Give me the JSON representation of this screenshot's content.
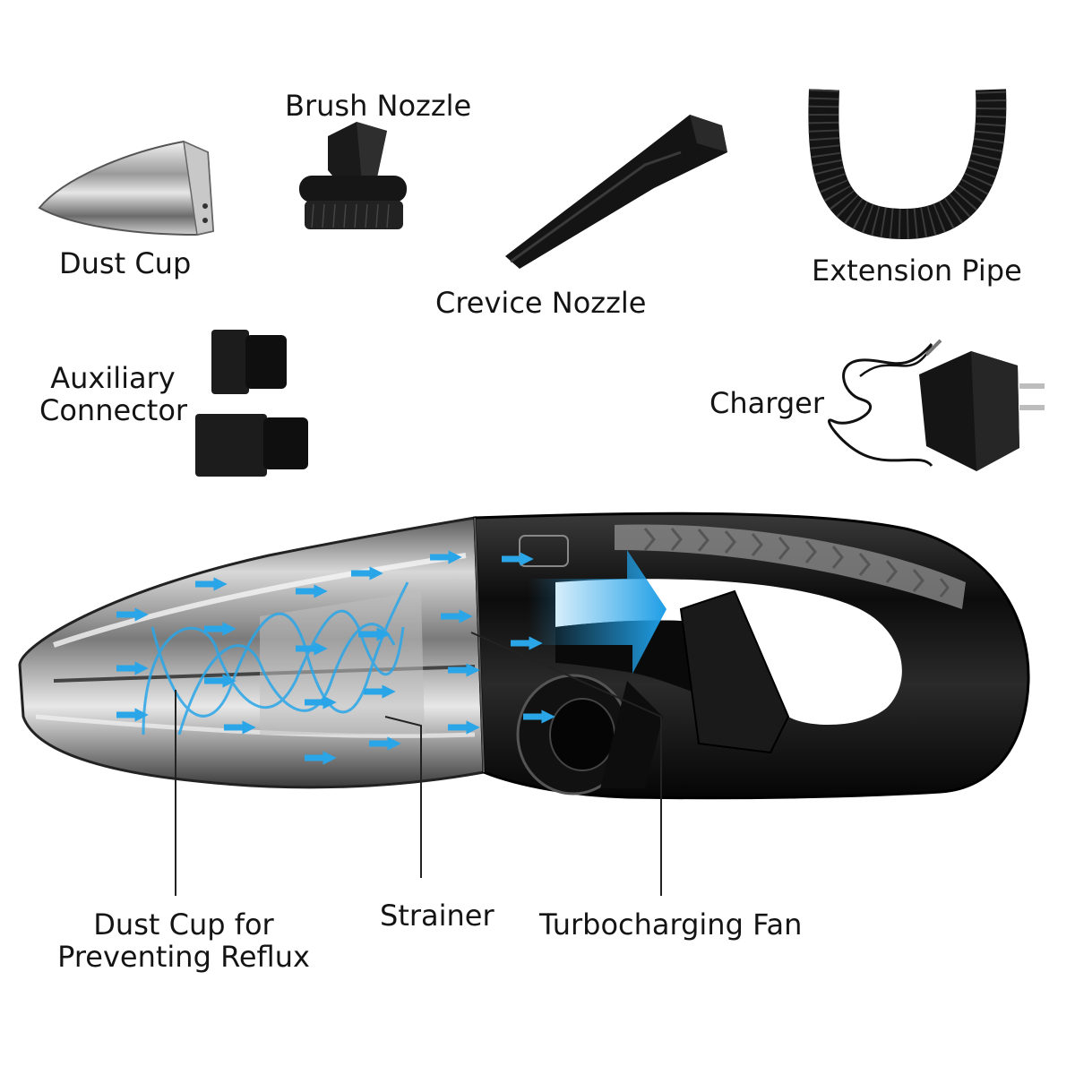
{
  "accessories": {
    "dust_cup": "Dust Cup",
    "brush_nozzle": "Brush Nozzle",
    "crevice_nozzle": "Crevice Nozzle",
    "extension_pipe": "Extension Pipe",
    "auxiliary_connector_line1": "Auxiliary",
    "auxiliary_connector_line2": "Connector",
    "charger": "Charger"
  },
  "callouts": {
    "dust_cup_reflux_line1": "Dust Cup for",
    "dust_cup_reflux_line2": "Preventing Reflux",
    "strainer": "Strainer",
    "turbo_fan": "Turbocharging Fan"
  },
  "colors": {
    "airflow": "#2aa6e8",
    "body": "#141414",
    "chrome": "#9aa0a6"
  }
}
